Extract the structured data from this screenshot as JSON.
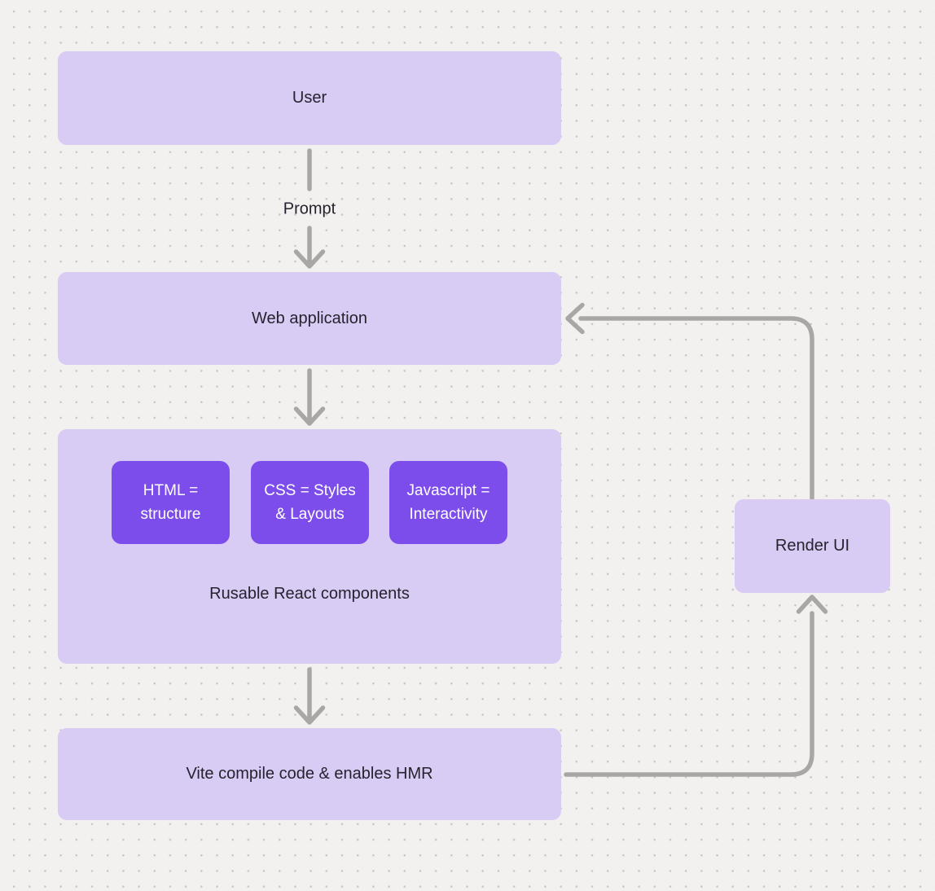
{
  "diagram": {
    "nodes": {
      "user": {
        "label": "User"
      },
      "web_application": {
        "label": "Web application"
      },
      "components_group": {
        "label": "Rusable React components"
      },
      "html_box": {
        "label": "HTML =\nstructure"
      },
      "css_box": {
        "label": "CSS = Styles\n& Layouts"
      },
      "js_box": {
        "label": "Javascript =\nInteractivity"
      },
      "vite": {
        "label": "Vite compile code & enables HMR"
      },
      "render_ui": {
        "label": "Render UI"
      }
    },
    "edge_labels": {
      "prompt": "Prompt"
    },
    "colors": {
      "canvas_bg": "#f2f1ef",
      "dot": "#c9c6c3",
      "node_fill_light": "#d8cbf4",
      "node_fill_dark": "#7c4dea",
      "text_dark": "#26222e",
      "text_light": "#ffffff",
      "connector": "#a8a7a5"
    }
  }
}
